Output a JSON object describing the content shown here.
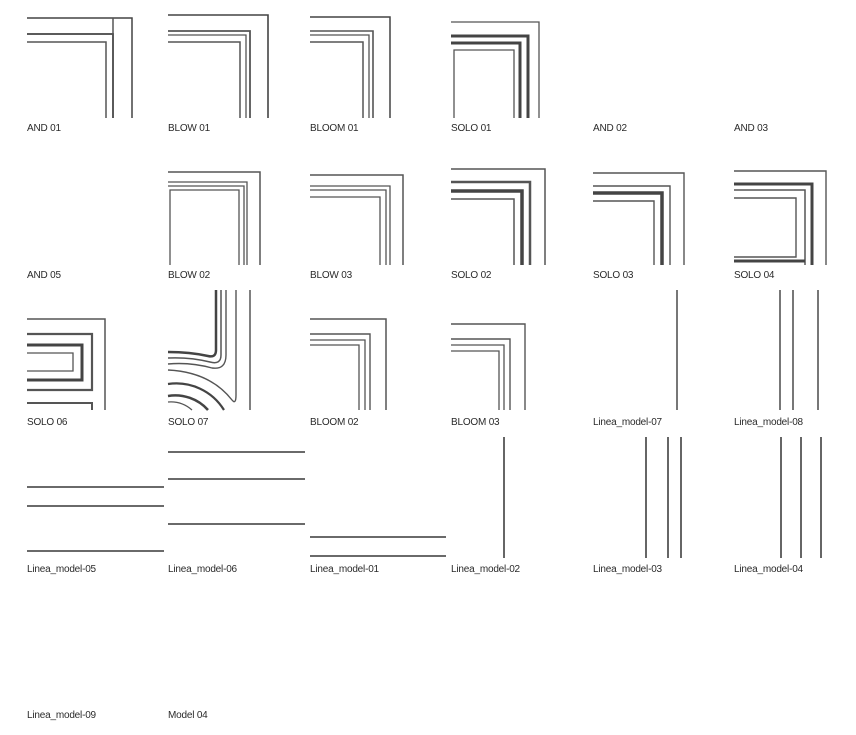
{
  "tiles": [
    {
      "label": "AND 01"
    },
    {
      "label": "BLOW 01"
    },
    {
      "label": "BLOOM 01"
    },
    {
      "label": "SOLO 01"
    },
    {
      "label": "AND 02"
    },
    {
      "label": "AND 03"
    },
    {
      "label": "AND 05"
    },
    {
      "label": "BLOW 02"
    },
    {
      "label": "BLOW 03"
    },
    {
      "label": "SOLO 02"
    },
    {
      "label": "SOLO 03"
    },
    {
      "label": "SOLO 04"
    },
    {
      "label": "SOLO 06"
    },
    {
      "label": "SOLO 07"
    },
    {
      "label": "BLOOM 02"
    },
    {
      "label": "BLOOM 03"
    },
    {
      "label": "Linea_model-07"
    },
    {
      "label": "Linea_model-08"
    },
    {
      "label": "Linea_model-05"
    },
    {
      "label": "Linea_model-06"
    },
    {
      "label": "Linea_model-01"
    },
    {
      "label": "Linea_model-02"
    },
    {
      "label": "Linea_model-03"
    },
    {
      "label": "Linea_model-04"
    },
    {
      "label": "Linea_model-09"
    },
    {
      "label": "Model 04"
    }
  ],
  "colors": {
    "line": "#555555",
    "line_dark": "#444444",
    "label": "#2a2a2a"
  }
}
